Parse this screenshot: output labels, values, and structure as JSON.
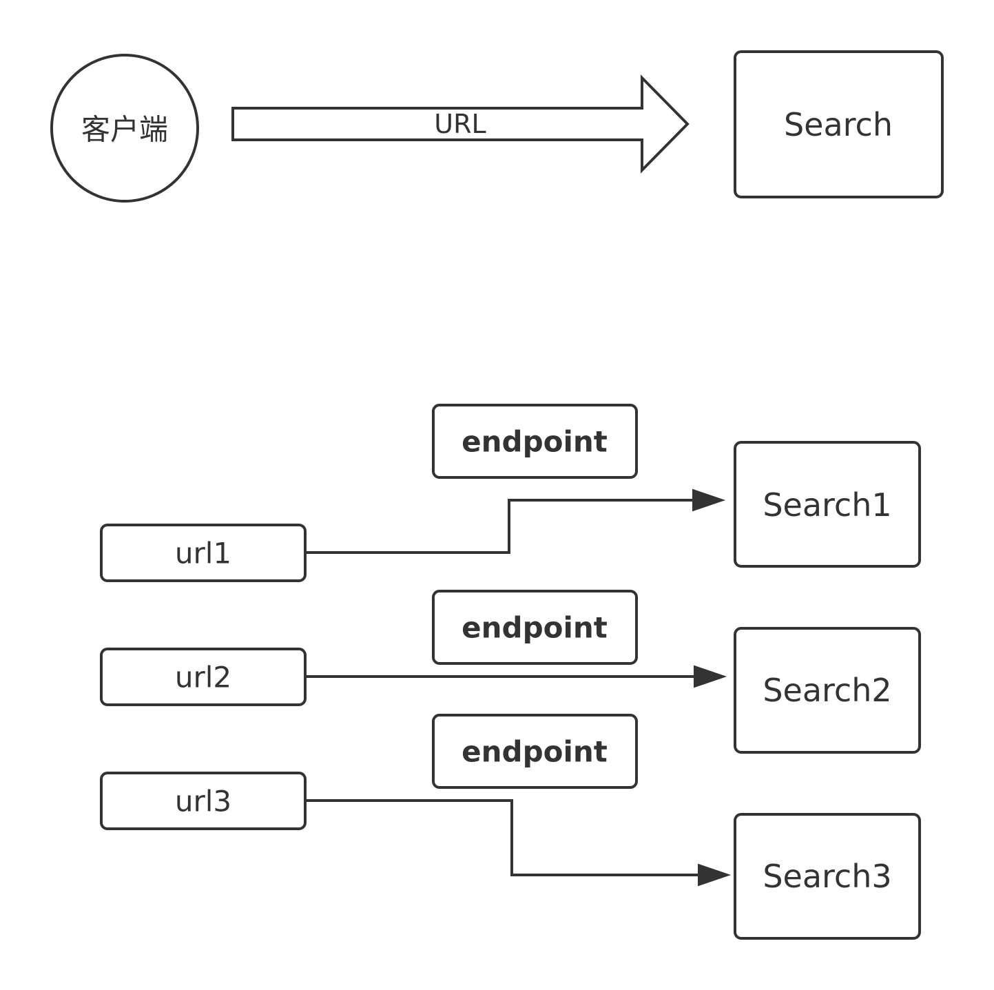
{
  "top": {
    "client_label": "客户端",
    "arrow_label": "URL",
    "search_label": "Search"
  },
  "bottom": {
    "urls": [
      "url1",
      "url2",
      "url3"
    ],
    "endpoints": [
      "endpoint",
      "endpoint",
      "endpoint"
    ],
    "searches": [
      "Search1",
      "Search2",
      "Search3"
    ]
  },
  "colors": {
    "stroke": "#333333",
    "background": "#ffffff"
  }
}
